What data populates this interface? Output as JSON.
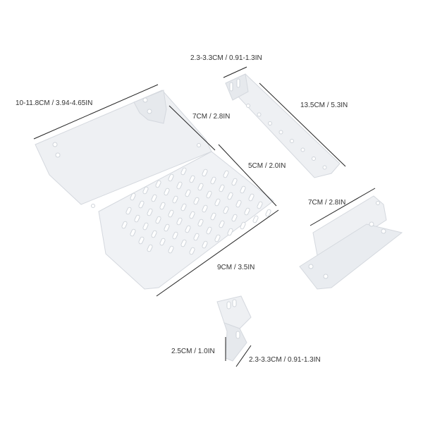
{
  "colors": {
    "background": "#ffffff",
    "part_fill": "#eef0f3",
    "part_fill_light": "#f5f6f8",
    "part_edge": "#d4d8de",
    "hole": "#ffffff",
    "hole_edge": "#cfd4da",
    "dimension_line": "#222222",
    "label_text": "#333333"
  },
  "labels": {
    "climbing_width": "10-11.8CM / 3.94-4.65IN",
    "climbing_upper_depth": "7CM / 2.8IN",
    "climbing_lower_depth": "5CM / 2.0IN",
    "climbing_bottom_width": "9CM / 3.5IN",
    "strip_width": "2.3-3.3CM / 0.91-1.3IN",
    "strip_length": "13.5CM / 5.3IN",
    "angle_bracket_length": "7CM / 2.8IN",
    "small_clip_height": "2.5CM / 1.0IN",
    "small_clip_width": "2.3-3.3CM / 0.91-1.3IN"
  }
}
